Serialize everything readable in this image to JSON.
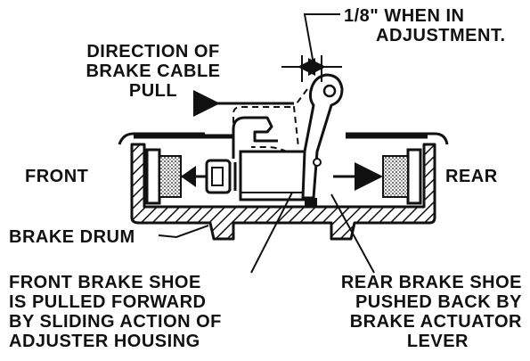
{
  "labels": {
    "adjustment_gap_line1": "1/8\" WHEN IN",
    "adjustment_gap_line2": "ADJUSTMENT.",
    "cable_pull_line1": "DIRECTION OF",
    "cable_pull_line2": "BRAKE CABLE",
    "cable_pull_line3": "PULL",
    "front": "FRONT",
    "rear": "REAR",
    "brake_drum": "BRAKE DRUM",
    "front_shoe_line1": "FRONT BRAKE SHOE",
    "front_shoe_line2": "IS PULLED FORWARD",
    "front_shoe_line3": "BY SLIDING ACTION OF",
    "front_shoe_line4": "ADJUSTER HOUSING",
    "rear_shoe_line1": "REAR BRAKE SHOE",
    "rear_shoe_line2": "PUSHED BACK BY",
    "rear_shoe_line3": "BRAKE ACTUATOR",
    "rear_shoe_line4": "LEVER"
  },
  "colors": {
    "ink": "#111111",
    "paper": "#ffffff"
  }
}
